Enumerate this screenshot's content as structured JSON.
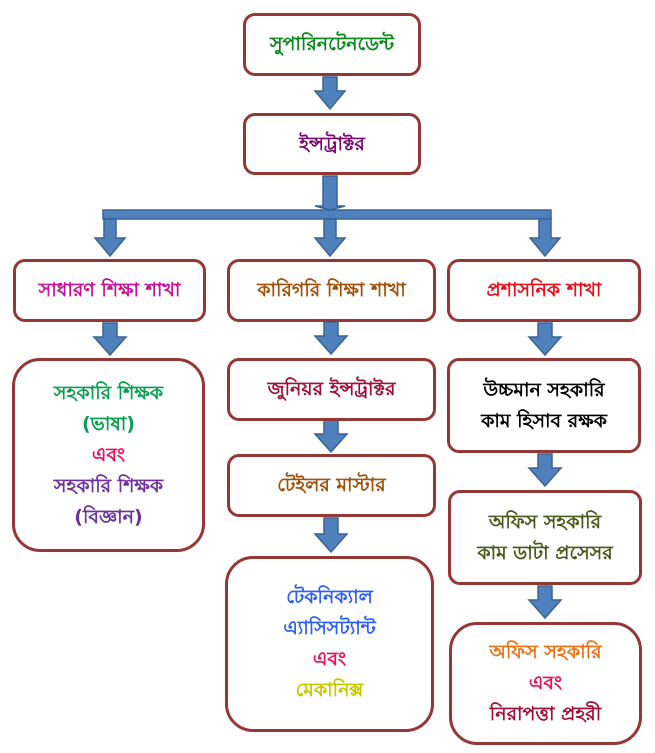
{
  "colors": {
    "border": "#953735",
    "arrow": "#4f81bd"
  },
  "top": {
    "superintendent": "সুপারিনটেনডেন্ট",
    "instructor": "ইন্সট্রাক্টর"
  },
  "branches": {
    "general": {
      "title": "সাধারণ শিক্ষা শাখা",
      "lines": [
        "সহকারি শিক্ষক",
        "(ভাষা)",
        "এবং",
        "সহকারি শিক্ষক",
        "(বিজ্ঞান)"
      ]
    },
    "technical": {
      "title": "কারিগরি শিক্ষা শাখা",
      "junior": "জুনিয়র ইন্সট্রাক্টর",
      "tailor": "টেইলর মাস্টার",
      "lines": [
        "টেকনিক্যাল",
        "এ্যাসিসট্যান্ট",
        "এবং",
        "মেকানিক্স"
      ]
    },
    "admin": {
      "title": "প্রশাসনিক শাখা",
      "clerk": [
        "উচ্চমান সহকারি",
        "কাম হিসাব রক্ষক"
      ],
      "office": [
        "অফিস সহকারি",
        "কাম ডাটা প্রসেসর"
      ],
      "last": [
        "অফিস সহকারি",
        "এবং",
        "নিরাপত্তা প্রহরী"
      ]
    }
  }
}
